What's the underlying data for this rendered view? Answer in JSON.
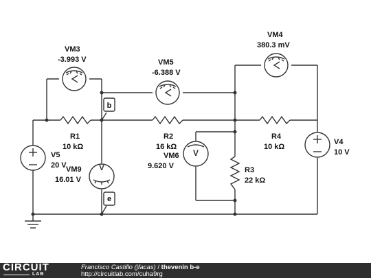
{
  "components": {
    "VM3": {
      "name": "VM3",
      "value": "-3.993 V"
    },
    "VM5": {
      "name": "VM5",
      "value": "-6.388 V"
    },
    "VM4": {
      "name": "VM4",
      "value": "380.3 mV"
    },
    "VM6": {
      "name": "VM6",
      "value": "9.620 V"
    },
    "VM9": {
      "name": "VM9",
      "value": "16.01 V"
    },
    "R1": {
      "name": "R1",
      "value": "10 kΩ"
    },
    "R2": {
      "name": "R2",
      "value": "16 kΩ"
    },
    "R3": {
      "name": "R3",
      "value": "22 kΩ"
    },
    "R4": {
      "name": "R4",
      "value": "10 kΩ"
    },
    "V5": {
      "name": "V5",
      "value": "20 V"
    },
    "V4": {
      "name": "V4",
      "value": "10 V"
    }
  },
  "nodes": {
    "b": "b",
    "e": "e"
  },
  "footer": {
    "brand_main": "CIRCUIT",
    "brand_sub": "LAB",
    "author": "Francisco Castillo (jfacas)",
    "separator": " / ",
    "title": "thevenin b-e",
    "url": "http://circuitlab.com/cuha9rg"
  }
}
